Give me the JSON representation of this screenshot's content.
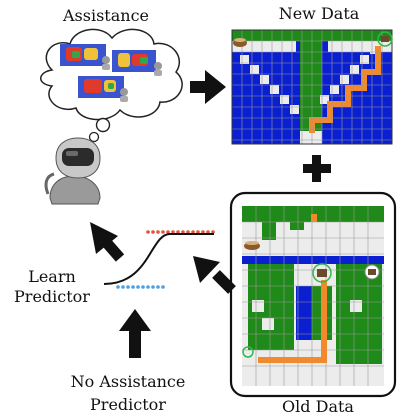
{
  "labels": {
    "assistance": "Assistance",
    "new_data": "New Data",
    "learn_predictor": [
      "Learn",
      "Predictor"
    ],
    "no_assistance_predictor": [
      "No Assistance",
      "Predictor"
    ],
    "old_data": "Old Data"
  },
  "symbols": {
    "plus": "+"
  },
  "icons": [
    "thought-cloud-icon",
    "robot-icon",
    "arrow-icon",
    "food-bowl-icon",
    "coffee-cup-icon"
  ],
  "colors": {
    "grid_blue": "#0a1fd0",
    "grid_green": "#1f8a1a",
    "grid_white": "#ececec",
    "path_orange": "#f08a2c",
    "arrow": "#111111",
    "red_dots": "#e0553a",
    "blue_dots": "#4aa0e0"
  }
}
